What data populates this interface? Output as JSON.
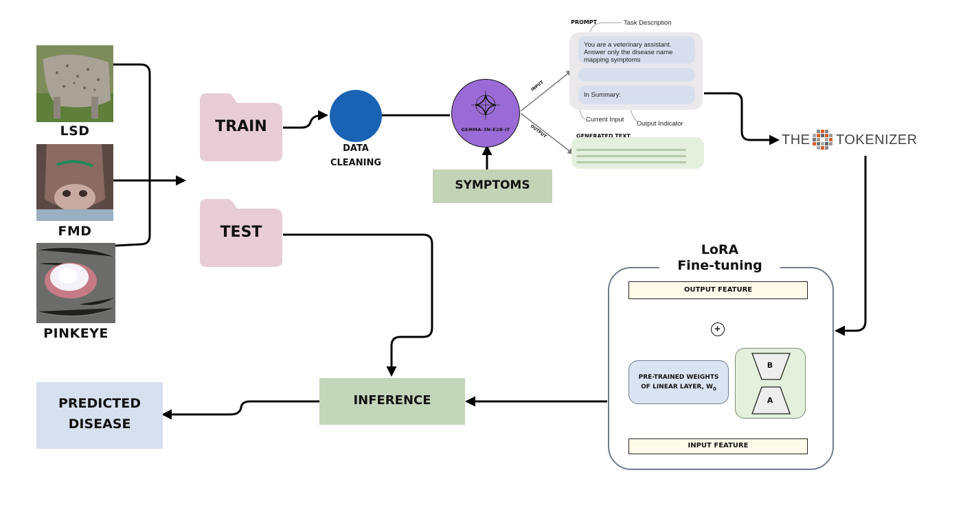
{
  "diseases": {
    "lsd": "LSD",
    "fmd": "FMD",
    "pinkeye": "PINKEYE"
  },
  "nodes": {
    "train": "TRAIN",
    "test": "TEST",
    "data_cleaning_line1": "DATA",
    "data_cleaning_line2": "CLEANING",
    "model": "GEMMA-3N-E2B-IT",
    "symptoms": "SYMPTOMS",
    "inference": "INFERENCE",
    "predicted_line1": "PREDICTED",
    "predicted_line2": "DISEASE"
  },
  "prompt": {
    "heading": "PROMPT",
    "task_description": "Task Description",
    "instruction": "You are a veterinary assistant. Answer  only the disease name mapping symptoms",
    "summary": "In Summary:",
    "current_input": "Current Input",
    "output_indicator": "Output Indicator",
    "input_arrow_label": "INPUT",
    "output_arrow_label": "OUTPUT",
    "generated_text": "GENERATED TEXT"
  },
  "tokenizer": {
    "left": "THE",
    "right": "TOKENIZER"
  },
  "lora": {
    "title_line1": "LoRA",
    "title_line2": "Fine-tuning",
    "output_feature": "OUTPUT FEATURE",
    "input_feature": "INPUT FEATURE",
    "pretrained_line1": "PRE-TRAINED WEIGHTS",
    "pretrained_line2": "OF LINEAR LAYER, W",
    "pretrained_subscript": "0",
    "matrix_b": "B",
    "matrix_a": "A",
    "sum_symbol": "+"
  },
  "colors": {
    "folder_pink": "#e8cdd6",
    "data_cleaning_blue": "#1a63b4",
    "model_purple": "#9a6bd6",
    "symptoms_green": "#c3d3b5",
    "inference_green": "#c4d6ba",
    "predicted_blue": "#d6e0ee",
    "arrow": "#000000"
  },
  "icons": {
    "photo_lsd": "cattle-skin-lesions-photo",
    "photo_fmd": "cattle-mouth-photo",
    "photo_pinkeye": "cattle-eye-photo",
    "model_logo": "sparkle-star-icon",
    "tokenizer_logo": "pixel-globe-icon"
  }
}
